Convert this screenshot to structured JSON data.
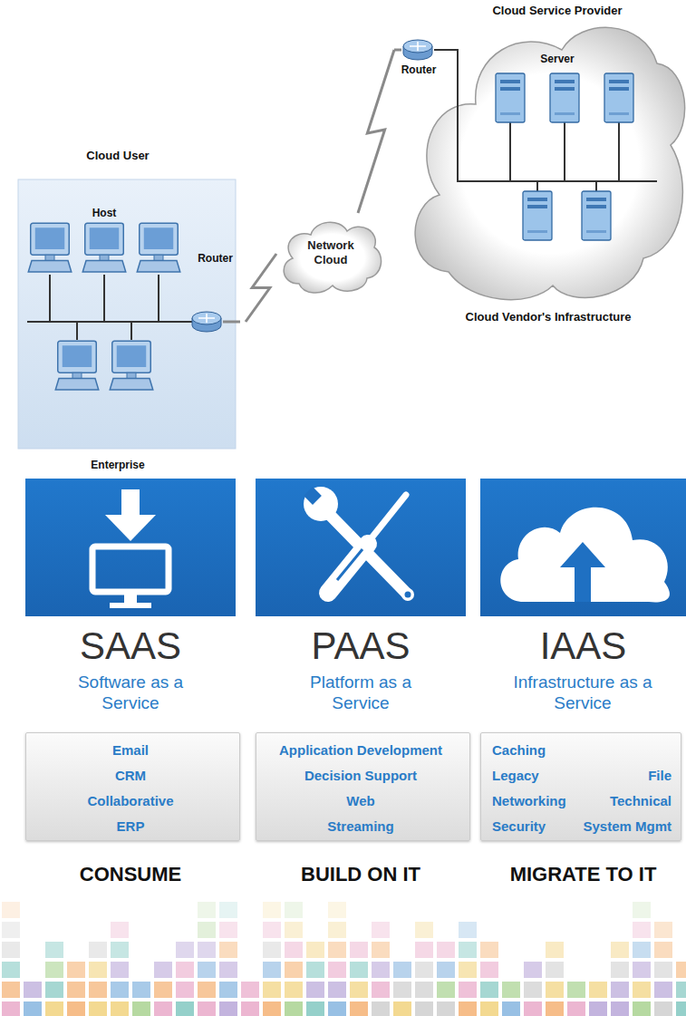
{
  "diagram": {
    "nodes": [
      {
        "text": [
          "Cloud User",
          "Host",
          "Router",
          "Enterprise"
        ]
      },
      {
        "text": [
          "Network Cloud"
        ]
      },
      {
        "text": [
          "Cloud Service Provider",
          "Server",
          "Router",
          "Cloud Vendor's Infrastructure"
        ]
      },
      {
        "text": [
          "Email",
          "CRM",
          "Collaborative",
          "ERP"
        ]
      },
      {
        "text": [
          "Application Development",
          "Decision Support",
          "Web",
          "Streaming"
        ]
      },
      {
        "text": [
          "Caching",
          "Legacy",
          "File",
          "Networking",
          "Technical",
          "Security",
          "System Mgmt"
        ]
      }
    ],
    "edges": [
      {
        "from": 0,
        "to": 1,
        "arrow": "none"
      },
      {
        "from": 1,
        "to": 2,
        "arrow": "none"
      }
    ],
    "labels": [
      "SAAS",
      "Software as a Service",
      "PAAS",
      "Platform as a Service",
      "IAAS",
      "Infrastructure as a Service",
      "CONSUME",
      "BUILD ON IT",
      "MIGRATE TO IT"
    ]
  }
}
